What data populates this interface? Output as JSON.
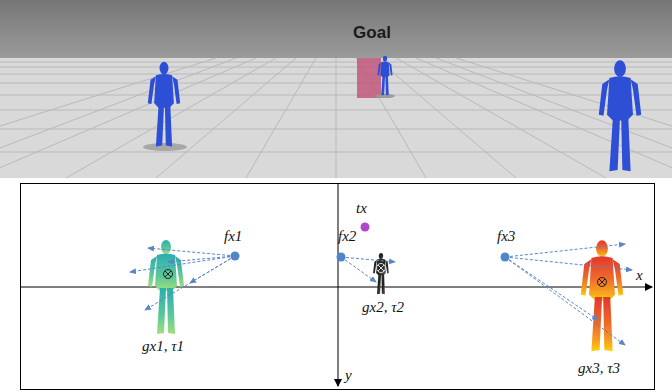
{
  "diagram": {
    "labels": [
      "Goal",
      "fx1",
      "fx2",
      "tx",
      "fx3",
      "gx1, τ1",
      "gx2, τ2",
      "gx3, τ3",
      "x",
      "y"
    ]
  }
}
